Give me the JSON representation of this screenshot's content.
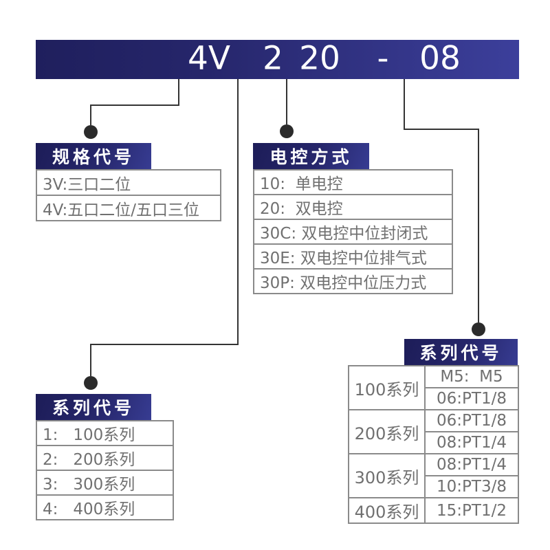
{
  "model_banner": {
    "segments": [
      "4V",
      "2",
      "20",
      "-",
      "08"
    ]
  },
  "boxes": {
    "spec": {
      "title": "规格代号",
      "rows": [
        "3V:三口二位",
        "4V:五口二位/五口三位"
      ]
    },
    "electric_control": {
      "title": "电控方式",
      "rows": [
        "10:  单电控",
        "20:  双电控",
        "30C: 双电控中位封闭式",
        "30E: 双电控中位排气式",
        "30P: 双电控中位压力式"
      ]
    },
    "series_left": {
      "title": "系列代号",
      "rows": [
        "1:   100系列",
        "2:   200系列",
        "3:   300系列",
        "4:   400系列"
      ]
    },
    "port_size": {
      "title": "系列代号",
      "groups": [
        {
          "series": "100系列",
          "options": [
            "M5:  M5",
            "06:PT1/8"
          ]
        },
        {
          "series": "200系列",
          "options": [
            "06:PT1/8",
            "08:PT1/4"
          ]
        },
        {
          "series": "300系列",
          "options": [
            "08:PT1/4",
            "10:PT3/8"
          ]
        },
        {
          "series": "400系列",
          "options": [
            "15:PT1/2"
          ]
        }
      ]
    }
  },
  "colors": {
    "banner_dark": "#1f1f5d",
    "banner_light": "#3c3f9b",
    "border_gray": "#8a8a8a",
    "text_gray": "#707070",
    "connector": "#333333"
  }
}
